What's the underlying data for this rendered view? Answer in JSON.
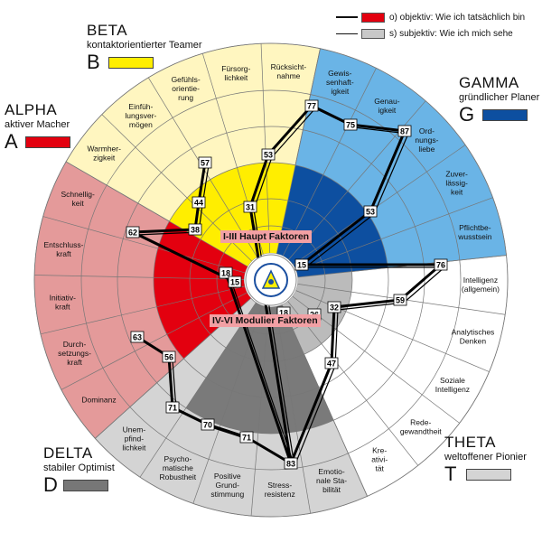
{
  "legend": {
    "objective": "o) objektiv: Wie ich tatsächlich bin",
    "subjective": "s) subjektiv: Wie ich mich sehe",
    "objective_color": "#e3000f",
    "subjective_color": "#c8c8c8"
  },
  "types": {
    "beta": {
      "name": "BETA",
      "subtitle": "kontaktorientierter Teamer",
      "letter": "B",
      "color": "#ffee00"
    },
    "alpha": {
      "name": "ALPHA",
      "subtitle": "aktiver Macher",
      "letter": "A",
      "color": "#e3000f"
    },
    "gamma": {
      "name": "GAMMA",
      "subtitle": "gründlicher Planer",
      "letter": "G",
      "color": "#0d4fa0"
    },
    "delta": {
      "name": "DELTA",
      "subtitle": "stabiler Optimist",
      "letter": "D",
      "color": "#777777"
    },
    "theta": {
      "name": "THETA",
      "subtitle": "weltoffener Pionier",
      "letter": "T",
      "color": "#d4d4d4"
    }
  },
  "center_labels": {
    "main": "I-III Haupt Faktoren",
    "modular": "IV-VI Modulier Faktoren"
  },
  "sectors": [
    {
      "label": [
        "Warmher-",
        "zigkeit"
      ]
    },
    {
      "label": [
        "Einfüh-",
        "lungsver-",
        "mögen"
      ]
    },
    {
      "label": [
        "Gefühls-",
        "orientie-",
        "rung"
      ]
    },
    {
      "label": [
        "Fürsorg-",
        "lichkeit"
      ]
    },
    {
      "label": [
        "Rücksicht-",
        "nahme"
      ]
    },
    {
      "label": [
        "Gewis-",
        "senhaft-",
        "igkeit"
      ]
    },
    {
      "label": [
        "Genau-",
        "igkeit"
      ]
    },
    {
      "label": [
        "Ord-",
        "nungs-",
        "liebe"
      ]
    },
    {
      "label": [
        "Zuver-",
        "lässig-",
        "keit"
      ]
    },
    {
      "label": [
        "Pflichtbe-",
        "wusstsein"
      ]
    },
    {
      "label": [
        "Intelligenz",
        "(allgemein)"
      ]
    },
    {
      "label": [
        "Analytisches",
        "Denken"
      ]
    },
    {
      "label": [
        "Soziale",
        "Intelligenz"
      ]
    },
    {
      "label": [
        "Rede-",
        "gewandtheit"
      ]
    },
    {
      "label": [
        "Kre-",
        "ativi-",
        "tät"
      ]
    },
    {
      "label": [
        "Emotio-",
        "nale Sta-",
        "bilität"
      ]
    },
    {
      "label": [
        "Stress-",
        "resistenz"
      ]
    },
    {
      "label": [
        "Positive",
        "Grund-",
        "stimmung"
      ]
    },
    {
      "label": [
        "Psycho-",
        "matische",
        "Robustheit"
      ]
    },
    {
      "label": [
        "Unem-",
        "pfind-",
        "lichkeit"
      ]
    },
    {
      "label": [
        "Dominanz"
      ]
    },
    {
      "label": [
        "Durch-",
        "setzungs-",
        "kraft"
      ]
    },
    {
      "label": [
        "Initiativ-",
        "kraft"
      ]
    },
    {
      "label": [
        "Entschluss-",
        "kraft"
      ]
    },
    {
      "label": [
        "Schnellig-",
        "keit"
      ]
    }
  ],
  "factor_values": [
    {
      "label": "57"
    },
    {
      "label": "44"
    },
    {
      "label": "38"
    },
    {
      "label": "62"
    },
    {
      "label": "53"
    },
    {
      "label": "31"
    },
    {
      "label": "77"
    },
    {
      "label": "75"
    },
    {
      "label": "87"
    },
    {
      "label": "53"
    },
    {
      "label": "15"
    },
    {
      "label": "76"
    },
    {
      "label": "59"
    },
    {
      "label": "32"
    },
    {
      "label": "26"
    },
    {
      "label": "18"
    },
    {
      "label": "47"
    },
    {
      "label": "63"
    },
    {
      "label": "56"
    },
    {
      "label": "71"
    },
    {
      "label": "70"
    },
    {
      "label": "71"
    },
    {
      "label": "83"
    },
    {
      "label": "18"
    },
    {
      "label": "15"
    }
  ]
}
